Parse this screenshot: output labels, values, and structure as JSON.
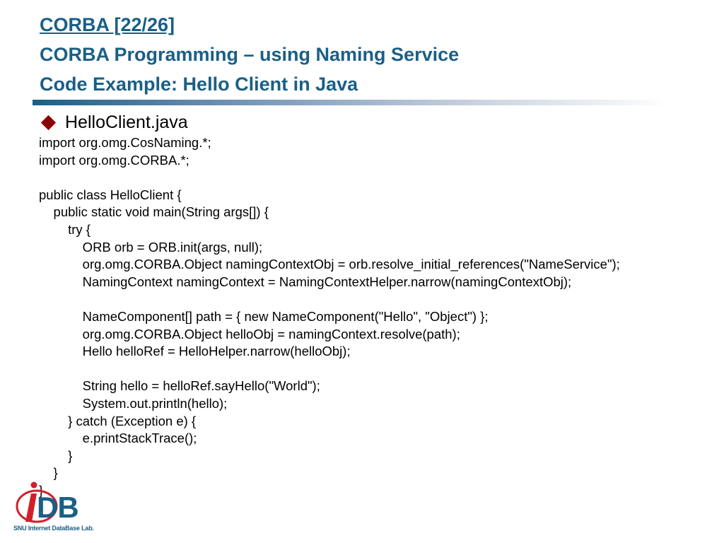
{
  "title": {
    "line1": "CORBA [22/26]",
    "line2": "CORBA Programming – using Naming Service",
    "line3": "Code Example: Hello Client in Java"
  },
  "bullet": {
    "text": "HelloClient.java"
  },
  "code_lines": [
    "import org.omg.CosNaming.*;",
    "import org.omg.CORBA.*;",
    "",
    "public class HelloClient {",
    "    public static void main(String args[]) {",
    "        try {",
    "            ORB orb = ORB.init(args, null);",
    "            org.omg.CORBA.Object namingContextObj = orb.resolve_initial_references(\"NameService\");",
    "            NamingContext namingContext = NamingContextHelper.narrow(namingContextObj);",
    "",
    "            NameComponent[] path = { new NameComponent(\"Hello\", \"Object\") };",
    "            org.omg.CORBA.Object helloObj = namingContext.resolve(path);",
    "            Hello helloRef = HelloHelper.narrow(helloObj);",
    "",
    "            String hello = helloRef.sayHello(\"World\");",
    "            System.out.println(hello);",
    "        } catch (Exception e) {",
    "            e.printStackTrace();",
    "        }",
    "    }",
    "}"
  ],
  "logo": {
    "mark": "DB",
    "caption": "SNU Internet DataBase Lab."
  },
  "colors": {
    "title": "#1a5f86",
    "bullet": "#8b0000",
    "logo_accent": "#d0202a"
  }
}
